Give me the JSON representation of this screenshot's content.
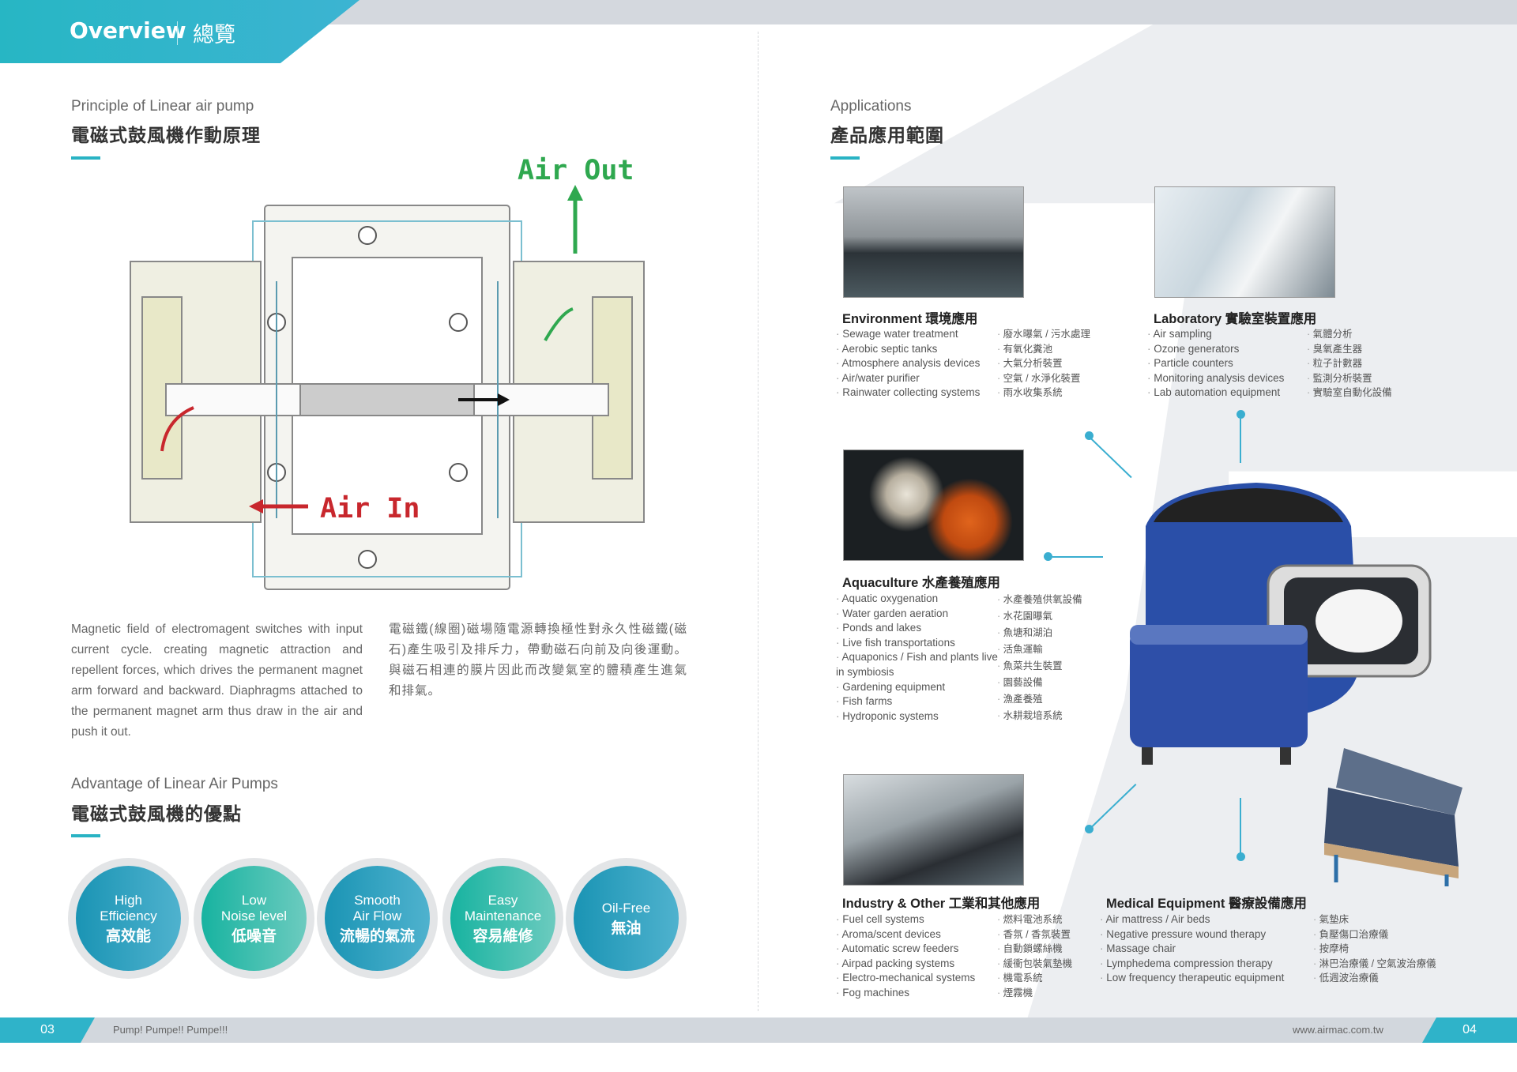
{
  "header": {
    "title": "Overview",
    "title_zh": "總覽"
  },
  "principle": {
    "title": "Principle of Linear air pump",
    "title_zh": "電磁式鼓風機作動原理",
    "diagram": {
      "air_out": "Air Out",
      "air_in": "Air In"
    },
    "text_en": "Magnetic field of electromagent switches with input current cycle. creating magnetic attraction and repellent forces, which drives the permanent magnet arm forward and backward. Diaphragms attached to the permanent magnet arm thus draw in the air and push it out.",
    "text_zh": "電磁鐵(線圈)磁場隨電源轉換極性對永久性磁鐵(磁石)產生吸引及排斥力，帶動磁石向前及向後運動。與磁石相連的膜片因此而改變氣室的體積產生進氣和排氣。"
  },
  "advantages": {
    "title": "Advantage of Linear Air Pumps",
    "title_zh": "電磁式鼓風機的優點",
    "items": [
      {
        "l1": "High",
        "l2": "Efficiency",
        "zh": "高效能",
        "color": "#1a94b4"
      },
      {
        "l1": "Low",
        "l2": "Noise level",
        "zh": "低噪音",
        "color": "#17b3a0"
      },
      {
        "l1": "Smooth",
        "l2": "Air Flow",
        "zh": "流暢的氣流",
        "color": "#1a94b4"
      },
      {
        "l1": "Easy",
        "l2": "Maintenance",
        "zh": "容易維修",
        "color": "#17b3a0"
      },
      {
        "l1": "",
        "l2": "Oil-Free",
        "zh": "無油",
        "color": "#1a94b4"
      }
    ]
  },
  "applications": {
    "title": "Applications",
    "title_zh": "產品應用範圍",
    "environment": {
      "title": "Environment 環境應用",
      "en": [
        "Sewage water treatment",
        "Aerobic septic tanks",
        "Atmosphere analysis devices",
        "Air/water purifier",
        "Rainwater collecting systems"
      ],
      "zh": [
        "廢水曝氣 / 污水處理",
        "有氧化糞池",
        "大氣分析裝置",
        "空氣 / 水淨化裝置",
        "雨水收集系統"
      ]
    },
    "laboratory": {
      "title": "Laboratory 實驗室裝置應用",
      "en": [
        "Air sampling",
        "Ozone generators",
        "Particle counters",
        "Monitoring analysis devices",
        "Lab automation equipment"
      ],
      "zh": [
        "氣體分析",
        "臭氧產生器",
        "粒子計數器",
        "監測分析裝置",
        "實驗室自動化設備"
      ]
    },
    "aquaculture": {
      "title": "Aquaculture 水產養殖應用",
      "en": [
        "Aquatic oxygenation",
        "Water garden aeration",
        "Ponds and lakes",
        "Live fish transportations",
        "Aquaponics / Fish and plants live in symbiosis",
        "Gardening equipment",
        "Fish farms",
        "Hydroponic systems"
      ],
      "zh": [
        "水產養殖供氧設備",
        "水花園曝氣",
        "魚塘和湖泊",
        "活魚運輸",
        "魚菜共生裝置",
        "園藝設備",
        "漁產養殖",
        "水耕栽培系統"
      ]
    },
    "industry": {
      "title": "Industry & Other 工業和其他應用",
      "en": [
        "Fuel cell systems",
        "Aroma/scent devices",
        "Automatic screw feeders",
        "Airpad packing systems",
        "Electro-mechanical systems",
        "Fog machines"
      ],
      "zh": [
        "燃料電池系統",
        "香氛 / 香氛裝置",
        "自動鎖螺絲機",
        "緩衝包裝氣墊機",
        "機電系統",
        "煙霧機"
      ]
    },
    "medical": {
      "title": "Medical Equipment 醫療設備應用",
      "en": [
        "Air mattress / Air beds",
        "Negative pressure wound therapy",
        "Massage chair",
        "Lymphedema compression therapy",
        "Low frequency therapeutic equipment"
      ],
      "zh": [
        "氣墊床",
        "負壓傷口治療儀",
        "按摩椅",
        "淋巴治療儀 / 空氣波治療儀",
        "低週波治療儀"
      ]
    }
  },
  "footer": {
    "page_left": "03",
    "page_right": "04",
    "tagline": "Pump! Pumpe!! Pumpe!!!",
    "website": "www.airmac.com.tw"
  },
  "colors": {
    "accent": "#29b3c4",
    "arrow_green": "#2fa84f",
    "arrow_red": "#c8272d"
  }
}
